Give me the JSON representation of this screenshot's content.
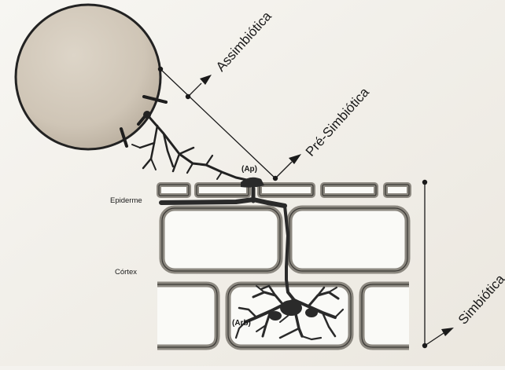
{
  "labels": {
    "assimbiotica": "Assimbiótica",
    "pre_simbiotica": "Pré-Simbiótica",
    "simbiotica": "Simbiótica",
    "appressorium": "(Ap)",
    "arbuscule": "(Arb)",
    "epiderme": "Epiderme",
    "cortex": "Córtex"
  },
  "colors": {
    "background": "#f4f2ee",
    "spore_fill": "#cfc5b6",
    "hypha": "#2b2b2b",
    "cell_wall": "#8c8880",
    "line": "#1a1a1a"
  }
}
